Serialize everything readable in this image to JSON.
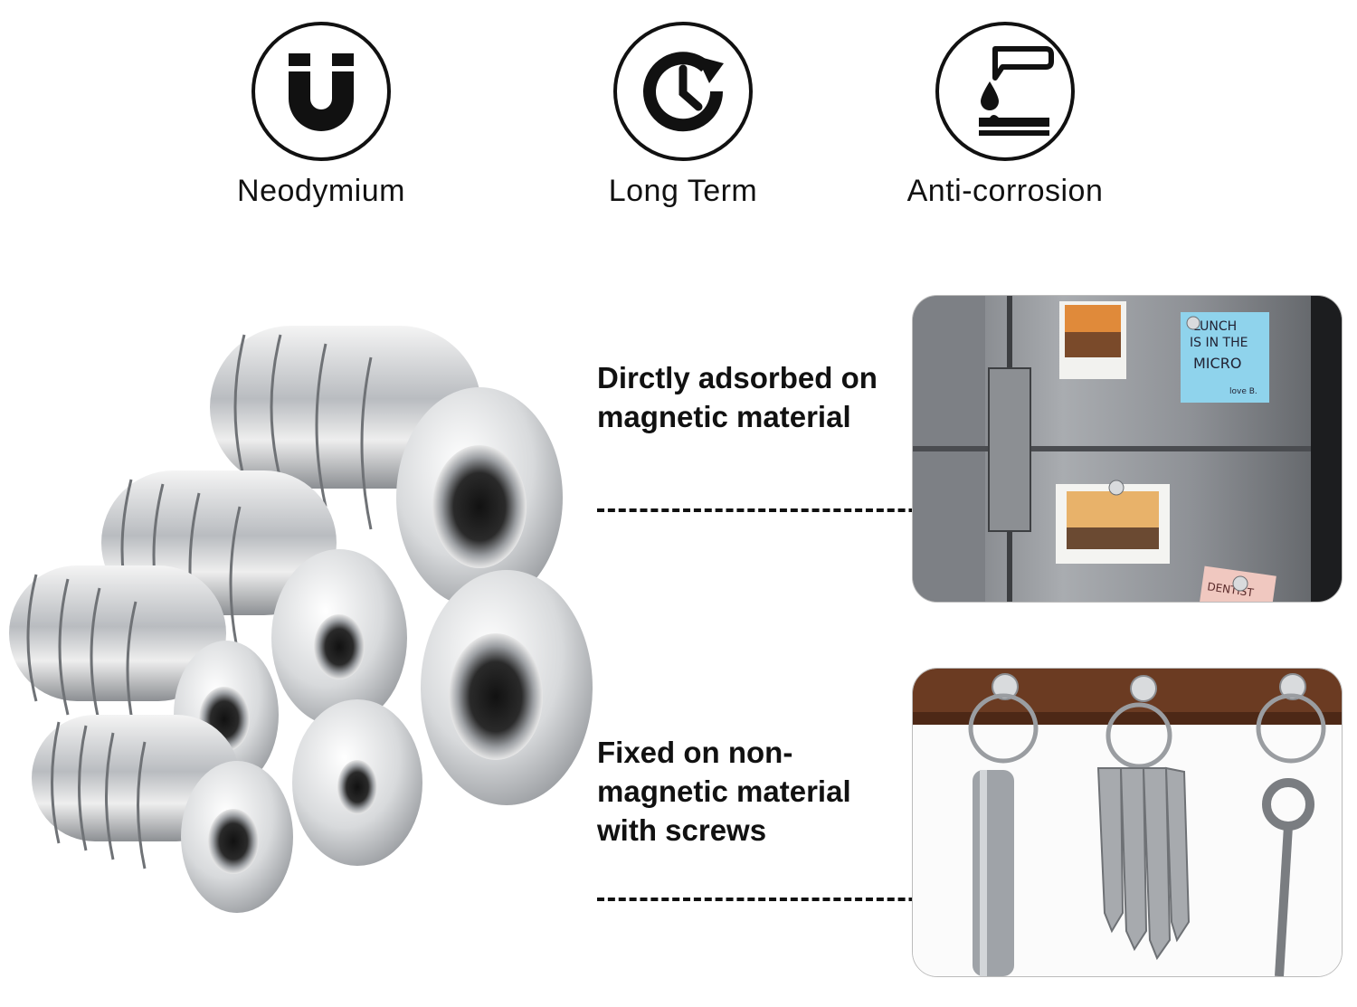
{
  "features": [
    {
      "label": "Neodymium",
      "icon": "magnet-icon"
    },
    {
      "label": "Long Term",
      "icon": "clock-cycle-icon"
    },
    {
      "label": "Anti-corrosion",
      "icon": "acid-drop-icon"
    }
  ],
  "callouts": {
    "top": "Dirctly adsorbed on\nmagnetic material",
    "bottom": "Fixed on non-\nmagnetic material\nwith screws"
  },
  "fridge_notes": {
    "sticky": "LUNCH\nIS IN THE\nMICRO",
    "sticky_sign": "love B.",
    "pink_note": "DENTIST"
  },
  "colors": {
    "ink": "#111111",
    "steel": "#8a8d92",
    "sticky": "#8fd3ec",
    "wood": "#6b3b22"
  }
}
